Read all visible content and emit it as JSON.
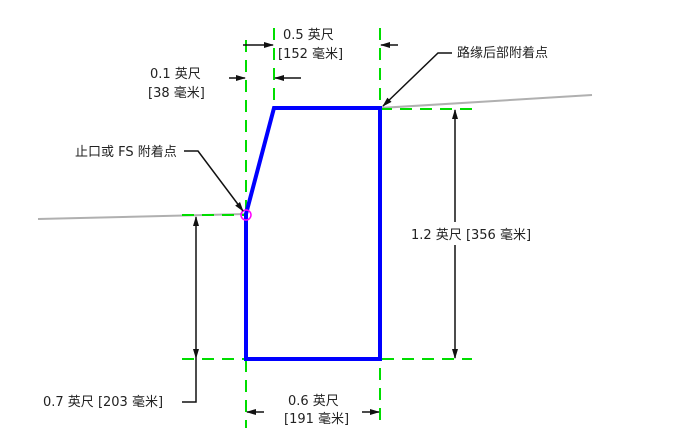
{
  "labels": {
    "front_attach": "止口或 FS 附着点",
    "rear_attach": "路缘后部附着点",
    "dim_01_a": "0.1 英尺",
    "dim_01_b": "[38 毫米]",
    "dim_05_a": "0.5 英尺",
    "dim_05_b": "[152 毫米]",
    "dim_12": "1.2 英尺 [356 毫米]",
    "dim_07": "0.7 英尺 [203 毫米]",
    "dim_06_a": "0.6 英尺",
    "dim_06_b": "[191 毫米]"
  },
  "colors": {
    "profile": "#0000ff",
    "guide": "#00dd00",
    "ground": "#b0b0b0",
    "marker": "#ff00ff"
  }
}
